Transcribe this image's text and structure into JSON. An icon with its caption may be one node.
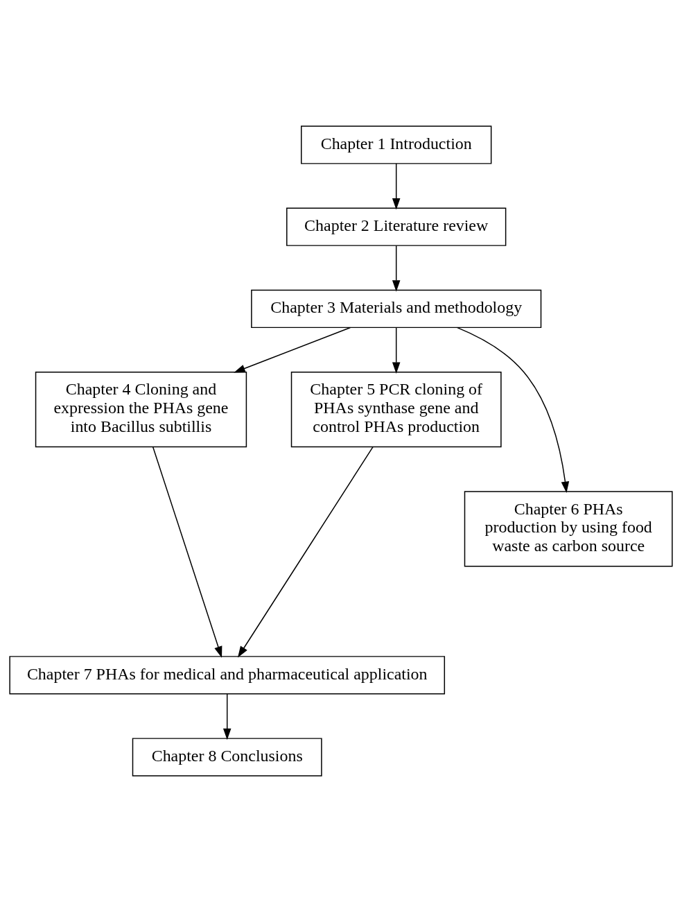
{
  "diagram": {
    "nodes": [
      {
        "text": [
          "Chapter 1 Introduction"
        ]
      },
      {
        "text": [
          "Chapter 2 Literature review"
        ]
      },
      {
        "text": [
          "Chapter 3 Materials and methodology"
        ]
      },
      {
        "text": [
          "Chapter 4 Cloning and expression the PHAs gene into Bacillus subtillis"
        ]
      },
      {
        "text": [
          "Chapter 5 PCR cloning of PHAs synthase gene and control PHAs production"
        ]
      },
      {
        "text": [
          "Chapter 6 PHAs production by using food waste as carbon source"
        ]
      },
      {
        "text": [
          "Chapter 7 PHAs for medical and pharmaceutical application"
        ]
      },
      {
        "text": [
          "Chapter 8 Conclusions"
        ]
      }
    ],
    "edges": [
      {
        "from": 0,
        "to": 1,
        "arrow": "to"
      },
      {
        "from": 1,
        "to": 2,
        "arrow": "to"
      },
      {
        "from": 2,
        "to": 3,
        "arrow": "to"
      },
      {
        "from": 2,
        "to": 5,
        "arrow": "to"
      },
      {
        "from": 2,
        "to": 4,
        "arrow": "to"
      },
      {
        "from": 3,
        "to": 6,
        "arrow": "to"
      },
      {
        "from": 4,
        "to": 6,
        "arrow": "to"
      },
      {
        "from": 6,
        "to": 7,
        "arrow": "to"
      }
    ]
  }
}
